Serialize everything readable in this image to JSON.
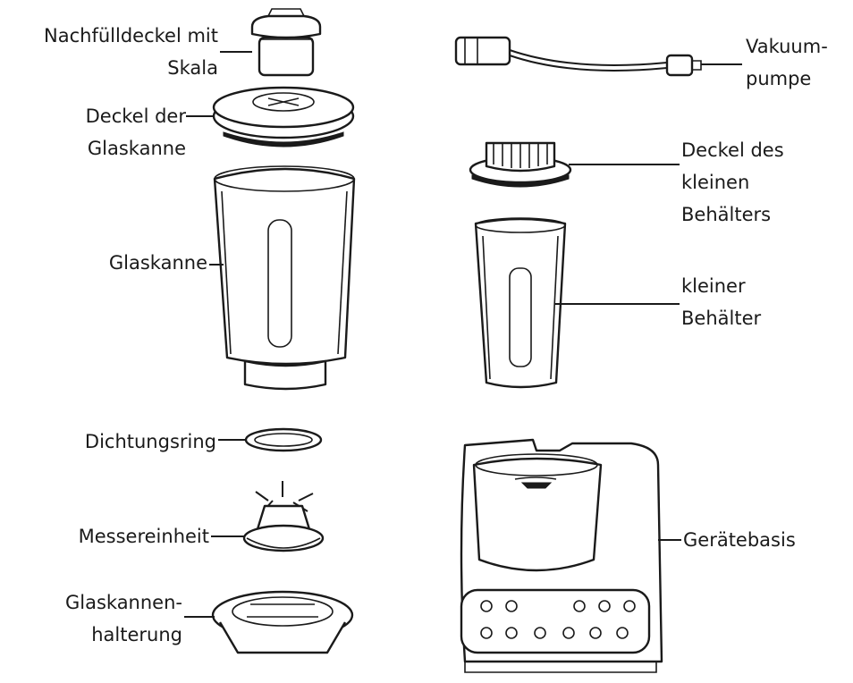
{
  "labels": {
    "refill_lid": [
      "Nachfülldeckel mit",
      "Skala"
    ],
    "jar_lid": [
      "Deckel der",
      "Glaskanne"
    ],
    "glass_jar": [
      "Glaskanne"
    ],
    "sealing_ring": [
      "Dichtungsring"
    ],
    "blade_unit": [
      "Messereinheit"
    ],
    "jar_holder": [
      "Glaskannen-",
      "halterung"
    ],
    "vacuum_pump": [
      "Vakuum-",
      "pumpe"
    ],
    "small_container_lid": [
      "Deckel des",
      "kleinen",
      "Behälters"
    ],
    "small_container": [
      "kleiner",
      "Behälter"
    ],
    "base_unit": [
      "Gerätebasis"
    ]
  },
  "colors": {
    "line": "#1a1a1a",
    "background": "#ffffff"
  }
}
